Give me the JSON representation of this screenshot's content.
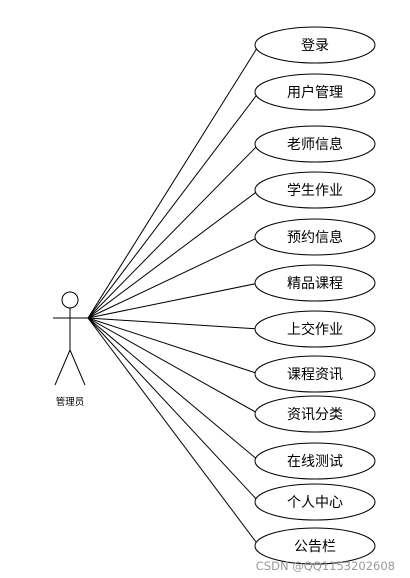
{
  "actor": {
    "label": "管理员"
  },
  "use_cases": [
    {
      "label": "登录"
    },
    {
      "label": "用户管理"
    },
    {
      "label": "老师信息"
    },
    {
      "label": "学生作业"
    },
    {
      "label": "预约信息"
    },
    {
      "label": "精品课程"
    },
    {
      "label": "上交作业"
    },
    {
      "label": "课程资讯"
    },
    {
      "label": "资讯分类"
    },
    {
      "label": "在线测试"
    },
    {
      "label": "个人中心"
    },
    {
      "label": "公告栏"
    }
  ],
  "watermark": "CSDN @QQ1153202608"
}
